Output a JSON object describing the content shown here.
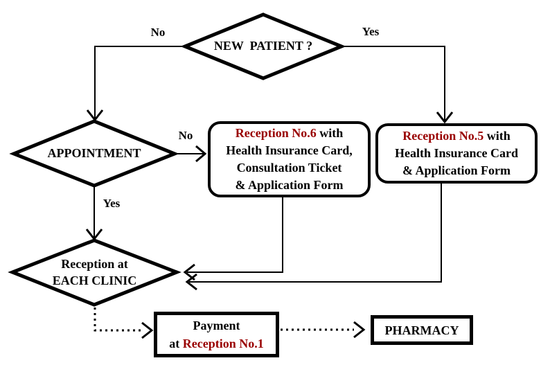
{
  "colors": {
    "accent_red": "#990000",
    "line_black": "#000000",
    "background": "#ffffff"
  },
  "nodes": {
    "new_patient": {
      "label": "NEW  PATIENT ?"
    },
    "appointment": {
      "label": "APPOINTMENT"
    },
    "each_clinic": {
      "line1": "Reception at",
      "line2": "EACH CLINIC"
    },
    "reception6": {
      "highlight": "Reception No.6",
      "suffix": " with",
      "line2": "Health Insurance Card,",
      "line3": "Consultation Ticket",
      "line4": "& Application Form"
    },
    "reception5": {
      "highlight": "Reception No.5",
      "suffix": " with",
      "line2": "Health Insurance Card",
      "line3": "& Application Form"
    },
    "payment": {
      "line1": "Payment",
      "line2_prefix": "at ",
      "line2_highlight": "Reception No.1"
    },
    "pharmacy": {
      "label": "PHARMACY"
    }
  },
  "edges": {
    "new_patient_no": "No",
    "new_patient_yes": "Yes",
    "appointment_no": "No",
    "appointment_yes": "Yes"
  }
}
